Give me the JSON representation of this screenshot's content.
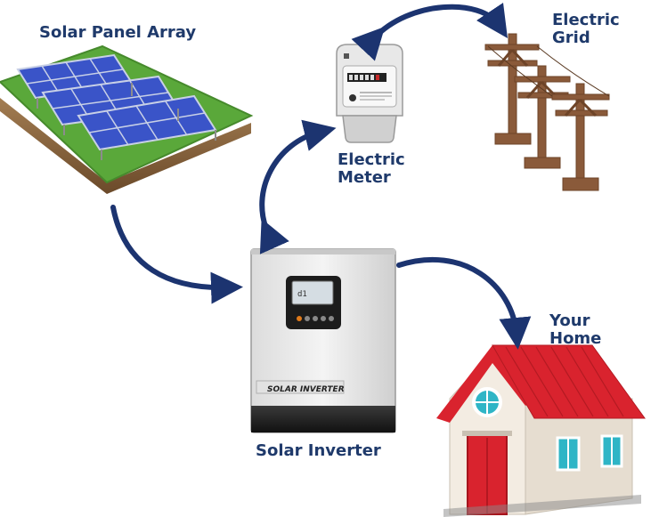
{
  "labels": {
    "solar_panel_array": "Solar Panel Array",
    "electric_meter_line1": "Electric",
    "electric_meter_line2": "Meter",
    "electric_grid_line1": "Electric",
    "electric_grid_line2": "Grid",
    "solar_inverter": "Solar Inverter",
    "your_home_line1": "Your",
    "your_home_line2": "Home"
  },
  "device_text": {
    "inverter_plate": "SOLAR INVERTER",
    "inverter_lcd": "d1"
  },
  "colors": {
    "arrow": "#1c3470",
    "label": "#1f3a6b",
    "panel": "#3a54c8",
    "grass": "#5aa83a",
    "pole": "#8a5a3a",
    "roof": "#d9232e",
    "house_wall": "#f3ece2",
    "door": "#d9232e",
    "window": "#2fb5c6"
  }
}
